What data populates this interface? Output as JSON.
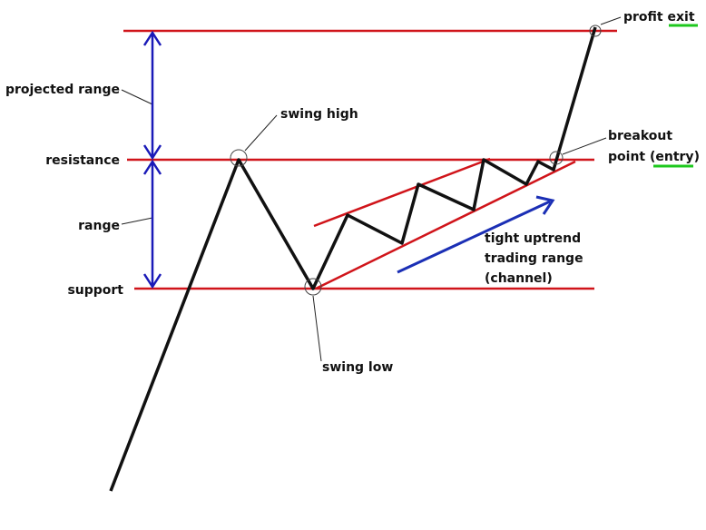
{
  "colors": {
    "background": "#ffffff",
    "level_line": "#d0141a",
    "price": "#111111",
    "range_arrow": "#1a1ab8",
    "trend_arrow": "#1b2fb5",
    "label": "#111111",
    "pointer_line": "#222222",
    "marker_circle": "#444444",
    "emphasis_underline": "#1ec81e"
  },
  "labels": {
    "projected_range": "projected range",
    "resistance": "resistance",
    "range": "range",
    "support": "support",
    "swing_high": "swing high",
    "swing_low": "swing low",
    "profit": "profit",
    "exit": "exit",
    "breakout_line1": "breakout",
    "breakout_point": "point (",
    "entry": "entry",
    "breakout_close": ")",
    "channel_line1": "tight uptrend",
    "channel_line2": "trading range",
    "channel_line3": "(channel)"
  },
  "icons": {
    "range_arrows": "double-headed-arrow-icon",
    "trend_arrow": "arrow-up-right-icon",
    "markers": "circle-marker-icon"
  }
}
